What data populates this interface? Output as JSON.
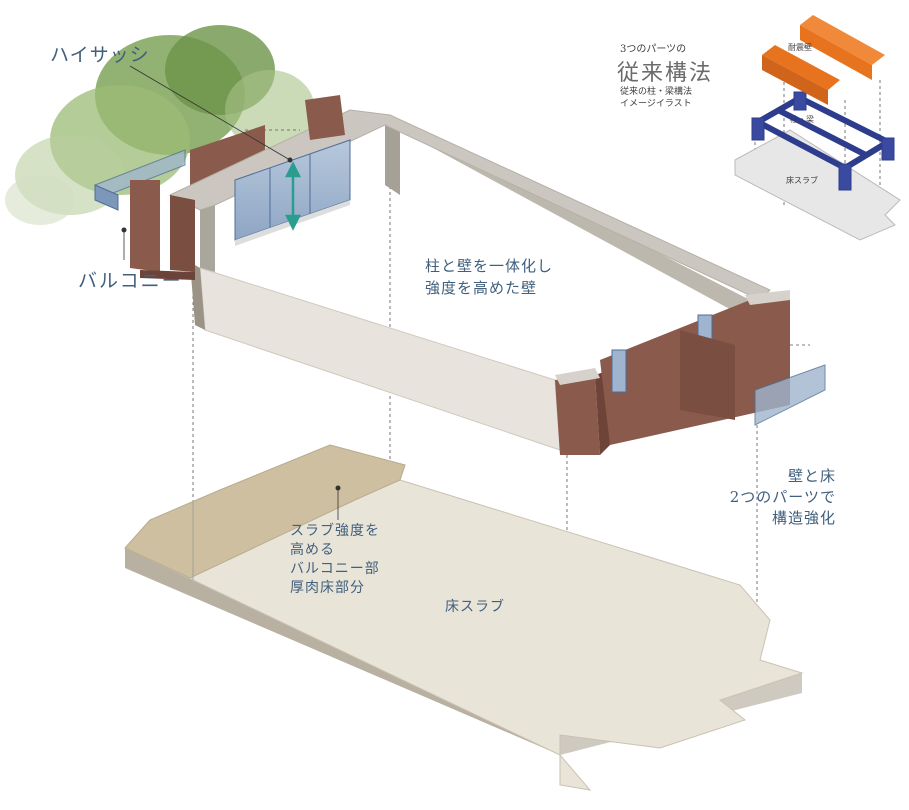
{
  "labels": {
    "high_sash": "ハイサッシ",
    "balcony": "バルコニー",
    "wall_note": [
      "柱と壁を一体化し",
      "強度を高めた壁"
    ],
    "slab_note": [
      "スラブ強度を",
      "高める",
      "バルコニー部",
      "厚肉床部分"
    ],
    "floor_slab": "床スラブ",
    "two_parts": [
      "壁と床",
      "2つのパーツで",
      "構造強化"
    ]
  },
  "inset": {
    "subtitle": "3つのパーツの",
    "title": "従来構法",
    "caption": [
      "従来の柱・梁構法",
      "イメージイラスト"
    ],
    "seismic_wall": "耐震壁",
    "column_beam": "柱・梁",
    "floor_slab": "床スラブ"
  },
  "colors": {
    "wall_brick": "#8a5a4c",
    "wall_top": "#cbc7c0",
    "wall_inner": "#a9a69c",
    "glass": "#9fb5cf",
    "slab_balcony": "#cfc3a6",
    "slab_floor": "#e9e4d8",
    "accent_teal": "#2a9d8f",
    "inset_orange": "#e8731f",
    "inset_blue": "#2d3c8c",
    "text_blue": "#41607d"
  }
}
